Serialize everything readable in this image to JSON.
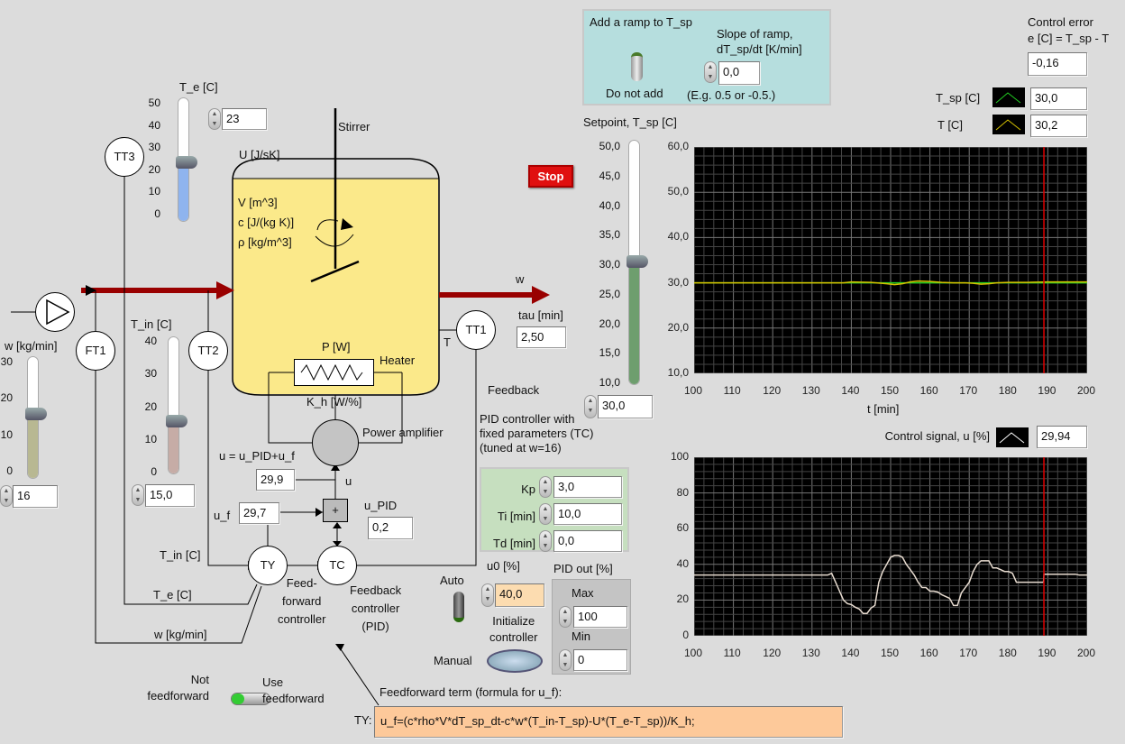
{
  "ramp": {
    "title": "Add a ramp to T_sp",
    "toggle_label": "Do not add",
    "slope_label_1": "Slope of ramp,",
    "slope_label_2": "dT_sp/dt [K/min]",
    "slope_value": "0,0",
    "hint": "(E.g. 0.5 or -0.5.)"
  },
  "error": {
    "label_1": "Control error",
    "label_2": "e [C] = T_sp - T",
    "value": "-0,16"
  },
  "legend": {
    "tsp_label": "T_sp [C]",
    "tsp_value": "30,0",
    "t_label": "T [C]",
    "t_value": "30,2",
    "u_label": "Control signal, u [%]",
    "u_value": "29,94"
  },
  "setpoint": {
    "label": "Setpoint, T_sp [C]",
    "scale": [
      "50,0",
      "45,0",
      "40,0",
      "35,0",
      "30,0",
      "25,0",
      "20,0",
      "15,0",
      "10,0"
    ],
    "value": "30,0",
    "fraction": 0.5
  },
  "stop_label": "Stop",
  "process": {
    "stirrer": "Stirrer",
    "U": "U [J/sK]",
    "V": "V [m^3]",
    "c": "c [J/(kg K)]",
    "rho": "ρ [kg/m^3]",
    "P": "P [W]",
    "heater": "Heater",
    "Kh": "K_h [W/%]",
    "power_amp": "Power amplifier",
    "u_eq": "u = u_PID+u_f",
    "u_value": "29,9",
    "u": "u",
    "plus": "+",
    "uf_label": "u_f",
    "uf_value": "29,7",
    "upid_label": "u_PID",
    "upid_value": "0,2",
    "TY": "TY",
    "TC": "TC",
    "TT1": "TT1",
    "TT2": "TT2",
    "TT3": "TT3",
    "FT1": "FT1",
    "T": "T",
    "w": "w",
    "tau_label": "tau [min]",
    "tau_value": "2,50",
    "tin_wire": "T_in [C]",
    "te_wire": "T_e [C]",
    "w_wire": "w [kg/min]",
    "ff_ctrl": [
      "Feed-",
      "forward",
      "controller"
    ],
    "fb_ctrl": [
      "Feedback",
      "controller",
      "(PID)"
    ],
    "feedback": "Feedback"
  },
  "te": {
    "label": "T_e [C]",
    "scale": [
      "50",
      "40",
      "30",
      "20",
      "10",
      "0"
    ],
    "value": "23",
    "fraction": 0.46
  },
  "tin": {
    "label": "T_in [C]",
    "scale": [
      "40",
      "30",
      "20",
      "10",
      "0"
    ],
    "value": "15,0",
    "fraction": 0.375
  },
  "w": {
    "label": "w [kg/min]",
    "scale": [
      "30",
      "20",
      "10",
      "0"
    ],
    "value": "16",
    "fraction": 0.533
  },
  "pid": {
    "title": [
      "PID controller with",
      "fixed parameters (TC)",
      "(tuned at w=16)"
    ],
    "kp_label": "Kp",
    "kp": "3,0",
    "ti_label": "Ti [min]",
    "ti": "10,0",
    "td_label": "Td [min]",
    "td": "0,0",
    "u0_label": "u0 [%]",
    "u0": "40,0",
    "out_label": "PID out [%]",
    "max_label": "Max",
    "max": "100",
    "min_label": "Min",
    "min": "0",
    "auto": "Auto",
    "manual": "Manual",
    "init": [
      "Initialize",
      "controller"
    ]
  },
  "ff": {
    "not_label": [
      "Not",
      "feedforward"
    ],
    "use_label": [
      "Use",
      "feedforward"
    ],
    "formula_title": "Feedforward term (formula for u_f):",
    "ty": "TY:",
    "formula": "u_f=(c*rho*V*dT_sp_dt-c*w*(T_in-T_sp)-U*(T_e-T_sp))/K_h;"
  },
  "colors": {
    "tsp": "#22cc22",
    "t": "#d4c000",
    "u": "#e8dcd0",
    "cursor": "#e00000",
    "stop": "#e01010"
  },
  "chart_data": [
    {
      "type": "line",
      "xlabel": "t [min]",
      "xlim": [
        100,
        200
      ],
      "ylim": [
        10,
        60
      ],
      "xticks": [
        "100",
        "110",
        "120",
        "130",
        "140",
        "150",
        "160",
        "170",
        "180",
        "190",
        "200"
      ],
      "yticks": [
        "60,0",
        "50,0",
        "40,0",
        "30,0",
        "20,0",
        "10,0"
      ],
      "cursor_x": 189,
      "series": [
        {
          "name": "T_sp [C]",
          "x": [
            100,
            200
          ],
          "y": [
            30,
            30
          ]
        },
        {
          "name": "T [C]",
          "x": [
            100,
            138,
            140,
            145,
            149,
            151,
            153,
            155,
            157,
            160,
            163,
            166,
            169,
            171,
            173,
            175,
            177,
            180,
            185,
            190,
            200
          ],
          "y": [
            30,
            30,
            30.2,
            30.1,
            29.8,
            29.6,
            29.8,
            30.2,
            30.4,
            30.3,
            30.1,
            30,
            30,
            29.9,
            29.7,
            29.8,
            30,
            30.1,
            30.1,
            30.2,
            30.2
          ]
        }
      ]
    },
    {
      "type": "line",
      "xlabel": "",
      "xlim": [
        100,
        200
      ],
      "ylim": [
        0,
        100
      ],
      "xticks": [
        "100",
        "110",
        "120",
        "130",
        "140",
        "150",
        "160",
        "170",
        "180",
        "190",
        "200"
      ],
      "yticks": [
        "100",
        "80",
        "60",
        "40",
        "20",
        "0"
      ],
      "cursor_x": 189,
      "series": [
        {
          "name": "Control signal, u [%]",
          "x": [
            100,
            134,
            135,
            136,
            137,
            138,
            139,
            140,
            141,
            142,
            143,
            144,
            145,
            146,
            147,
            148,
            149,
            150,
            151,
            152,
            153,
            154,
            155,
            156,
            157,
            158,
            159,
            160,
            161,
            162,
            163,
            164,
            165,
            166,
            167,
            168,
            169,
            170,
            171,
            172,
            173,
            174,
            175,
            176,
            177,
            178,
            179,
            180,
            181,
            182,
            183,
            188.9,
            189,
            197,
            198,
            200
          ],
          "y": [
            34,
            34,
            35,
            30,
            25,
            20,
            18,
            17.5,
            16,
            15,
            12.5,
            12.5,
            15.5,
            17,
            30,
            36,
            40,
            44,
            45,
            45,
            44,
            40,
            37,
            34,
            30,
            27,
            27,
            25,
            25,
            24.5,
            23,
            22,
            21,
            17,
            17,
            24,
            27,
            30,
            36,
            40,
            42,
            42,
            42,
            38,
            38,
            37,
            36,
            36,
            35,
            30,
            30,
            30,
            34.5,
            34.5,
            34,
            34
          ]
        }
      ]
    }
  ]
}
